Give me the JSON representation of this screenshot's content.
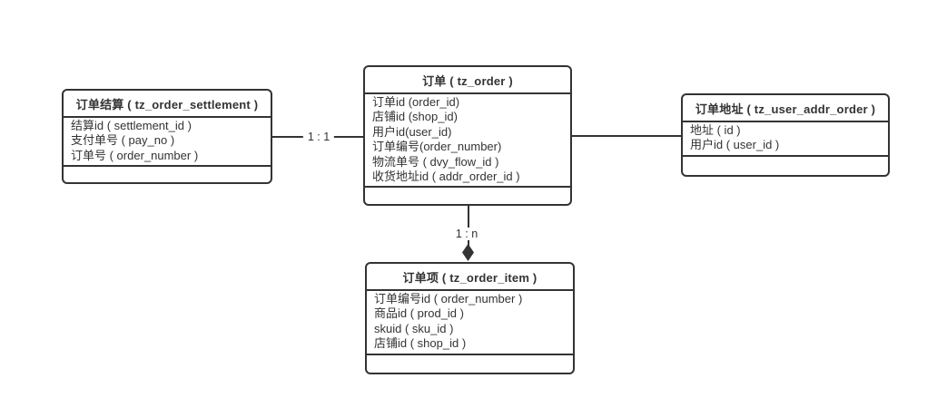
{
  "diagram": {
    "background": "#ffffff",
    "line_color": "#333333",
    "text_color": "#333333",
    "entities": [
      {
        "id": "settlement",
        "title": "订单结算 ( tz_order_settlement )",
        "fields": [
          "结算id ( settlement_id )",
          "支付单号 ( pay_no )",
          "订单号 ( order_number )"
        ]
      },
      {
        "id": "order",
        "title": "订单 ( tz_order )",
        "fields": [
          "订单id (order_id)",
          "店铺id (shop_id)",
          "用户id(user_id)",
          "订单编号(order_number)",
          "物流单号 ( dvy_flow_id )",
          "收货地址id ( addr_order_id )"
        ]
      },
      {
        "id": "address",
        "title": "订单地址 ( tz_user_addr_order )",
        "fields": [
          "地址 ( id )",
          "用户id ( user_id )"
        ]
      },
      {
        "id": "item",
        "title": "订单项 ( tz_order_item )",
        "fields": [
          "订单编号id ( order_number )",
          "商品id ( prod_id )",
          "skuid ( sku_id )",
          "店铺id ( shop_id )"
        ]
      }
    ],
    "relations": [
      {
        "from": "settlement",
        "to": "order",
        "label": "1 : 1"
      },
      {
        "from": "order",
        "to": "address",
        "label": ""
      },
      {
        "from": "order",
        "to": "item",
        "label": "1 : n",
        "arrow": "diamond"
      }
    ]
  }
}
